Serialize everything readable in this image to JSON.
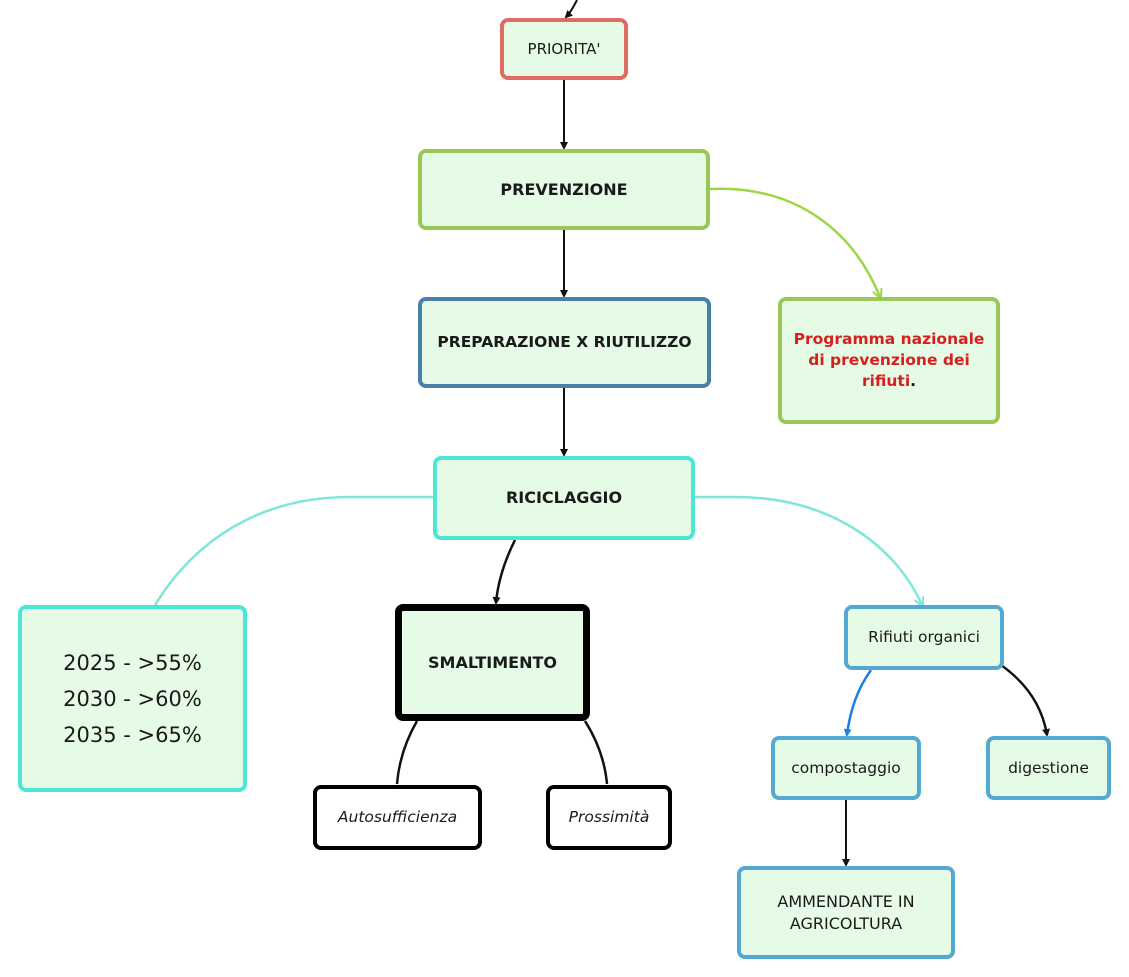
{
  "nodes": {
    "priorita": "PRIORITA'",
    "prevenzione": "PREVENZIONE",
    "preparazione": "PREPARAZIONE X RIUTILIZZO",
    "programma": {
      "line1": "Programma nazionale",
      "line2": "di prevenzione dei",
      "line3": "rifiuti",
      "suffix": "."
    },
    "riciclaggio": "RICICLAGGIO",
    "targets": [
      "2025 - >55%",
      "2030 - >60%",
      "2035 - >65%"
    ],
    "smaltimento": "SMALTIMENTO",
    "autosufficienza": "Autosufficienza",
    "prossimita": "Prossimità",
    "rifiuti_organici": "Rifiuti organici",
    "compostaggio": "compostaggio",
    "digestione": "digestione",
    "ammendante": [
      "AMMENDANTE IN",
      "AGRICOLTURA"
    ]
  },
  "colors": {
    "node_fill": "#e5fbe5",
    "priorita_border": "#e06d62",
    "prevenzione_border": "#9bc65a",
    "preparazione_border": "#4a80a8",
    "riciclaggio_border": "#4de6d4",
    "smaltimento_border": "#000000",
    "organici_border": "#54a9d3",
    "highlight_text": "#d61f1f",
    "edge_green": "#9bd644",
    "edge_cyan": "#7fe6da",
    "edge_blue": "#1e7fe0",
    "edge_black": "#111111"
  }
}
